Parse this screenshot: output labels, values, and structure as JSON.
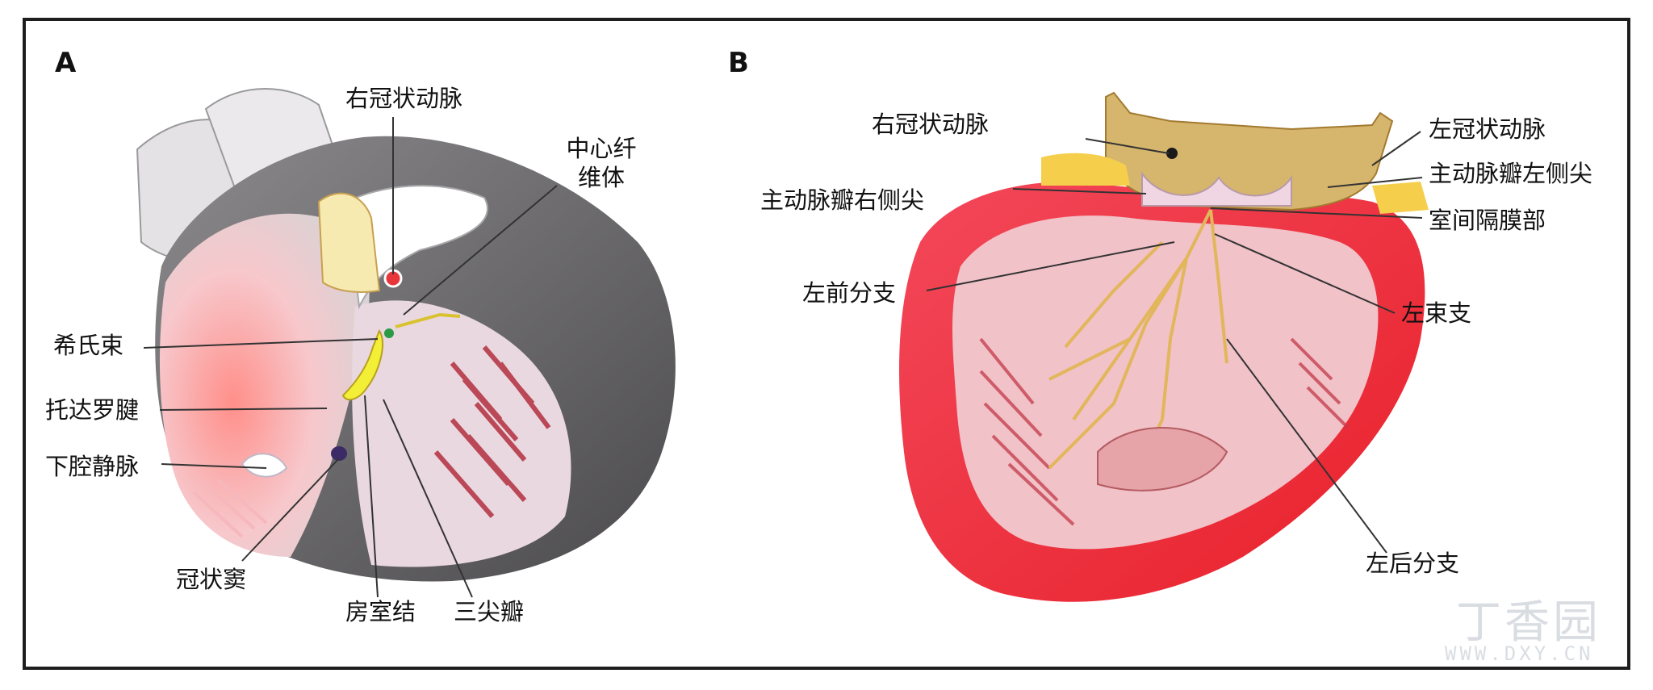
{
  "panels": [
    {
      "letter": "A",
      "labels": {
        "right_coronary_artery": "右冠状动脉",
        "central_fibrous_body_line1": "中心纤",
        "central_fibrous_body_line2": "维体",
        "his_bundle": "希氏束",
        "tendon_of_todaro": "托达罗腱",
        "inferior_vena_cava": "下腔静脉",
        "coronary_sinus": "冠状窦",
        "av_node": "房室结",
        "tricuspid_valve": "三尖瓣"
      }
    },
    {
      "letter": "B",
      "labels": {
        "right_coronary_artery": "右冠状动脉",
        "left_coronary_artery": "左冠状动脉",
        "right_aortic_cusp": "主动脉瓣右侧尖",
        "left_aortic_cusp": "主动脉瓣左侧尖",
        "membranous_septum": "室间隔膜部",
        "left_anterior_fascicle": "左前分支",
        "left_bundle_branch": "左束支",
        "left_posterior_fascicle": "左后分支"
      }
    }
  ],
  "watermark": {
    "text": "丁香园",
    "url": "WWW.DXY.CN"
  }
}
